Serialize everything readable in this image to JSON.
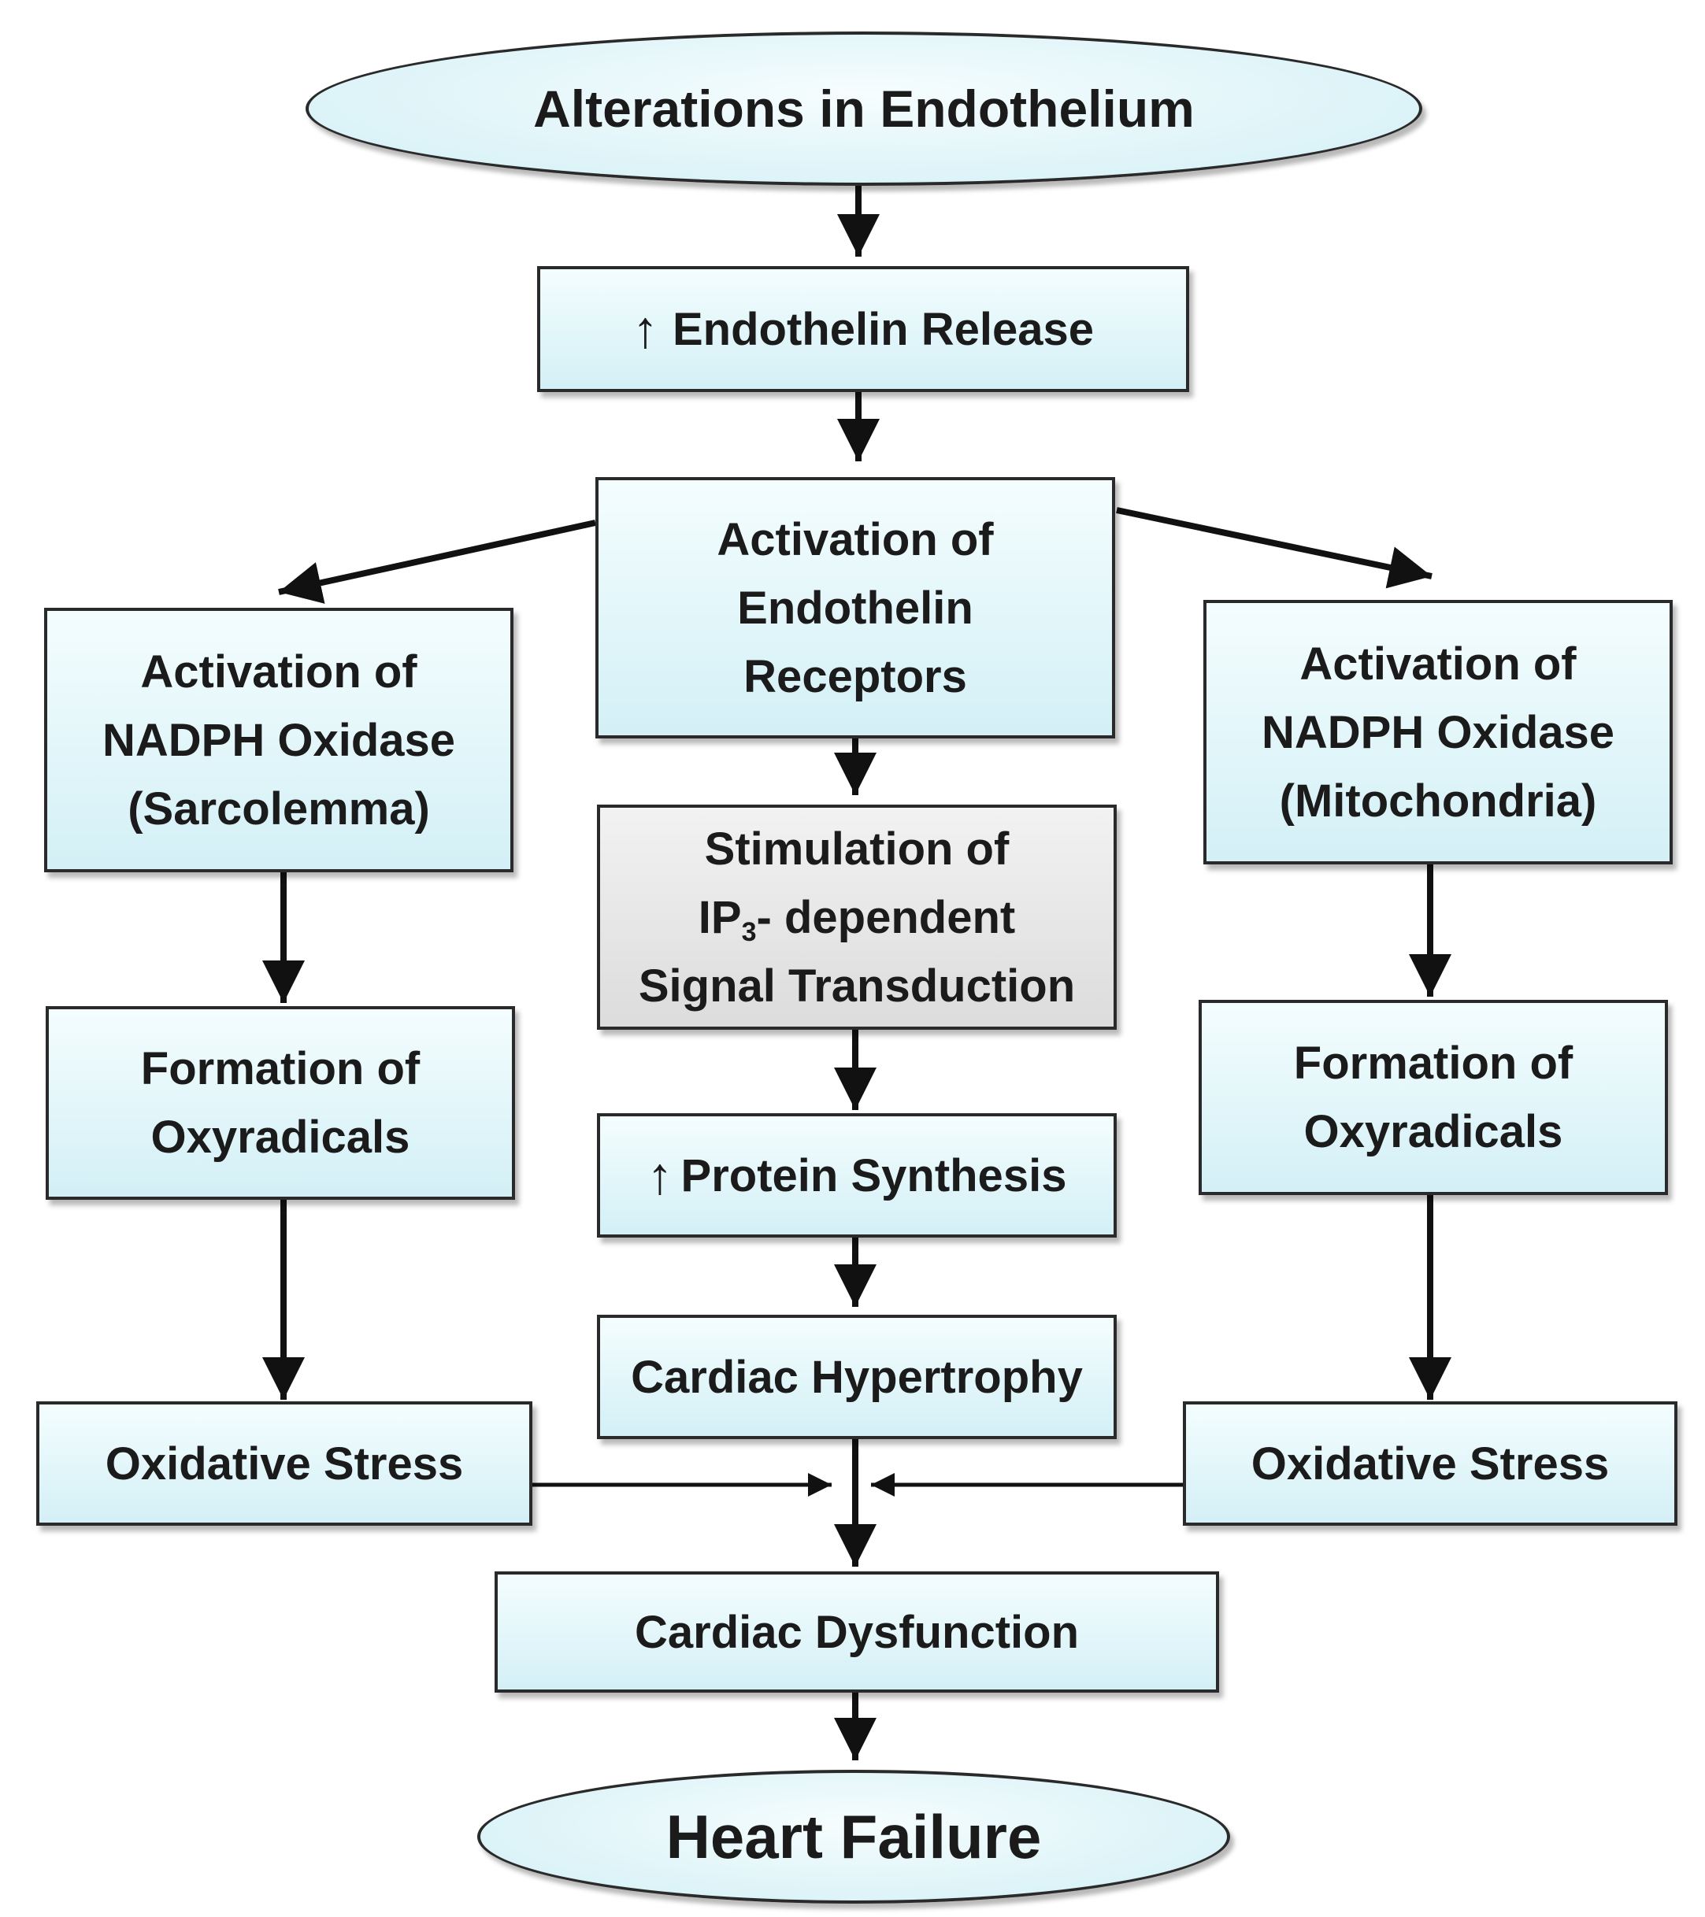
{
  "nodes": {
    "top": {
      "label": "Alterations in Endothelium"
    },
    "endothelin_release": {
      "arrow": "↑",
      "label": "Endothelin Release"
    },
    "receptors": {
      "lines": [
        "Activation of",
        "Endothelin",
        "Receptors"
      ]
    },
    "nadph_sarcolemma": {
      "lines": [
        "Activation of",
        "NADPH Oxidase",
        "(Sarcolemma)"
      ]
    },
    "nadph_mitochondria": {
      "lines": [
        "Activation of",
        "NADPH Oxidase",
        "(Mitochondria)"
      ]
    },
    "ip3": {
      "line1": "Stimulation of",
      "line2_prefix": "IP",
      "line2_sub": "3",
      "line2_suffix": "- dependent",
      "line3": "Signal Transduction"
    },
    "oxy_left": {
      "lines": [
        "Formation of",
        "Oxyradicals"
      ]
    },
    "oxy_right": {
      "lines": [
        "Formation of",
        "Oxyradicals"
      ]
    },
    "protein": {
      "arrow": "↑",
      "label": "Protein Synthesis"
    },
    "hypertrophy": {
      "label": "Cardiac Hypertrophy"
    },
    "stress_left": {
      "label": "Oxidative Stress"
    },
    "stress_right": {
      "label": "Oxidative Stress"
    },
    "dysfunction": {
      "label": "Cardiac Dysfunction"
    },
    "heart_failure": {
      "label": "Heart Failure"
    }
  }
}
